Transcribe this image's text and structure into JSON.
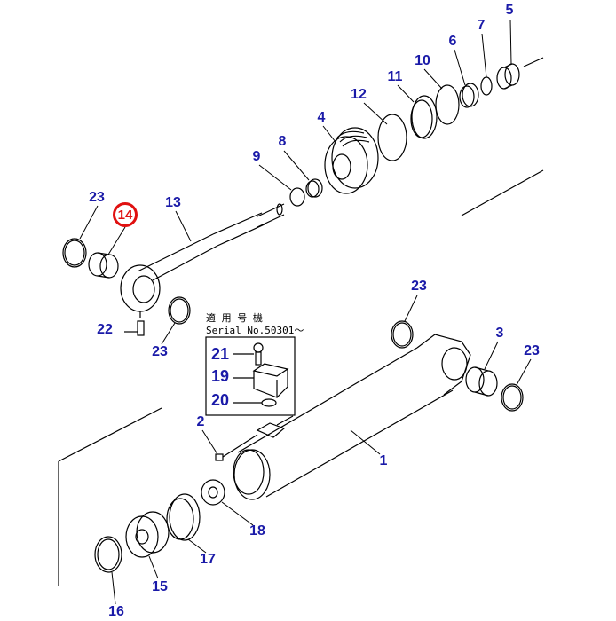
{
  "diagram": {
    "highlighted_part": "14",
    "highlight_color": "#e01010",
    "label_color": "#1a1aa8",
    "callouts": [
      "5",
      "7",
      "6",
      "10",
      "11",
      "12",
      "4",
      "8",
      "9",
      "23",
      "13",
      "23",
      "22",
      "23",
      "3",
      "23",
      "2",
      "1",
      "18",
      "17",
      "15",
      "16"
    ],
    "inset": {
      "header_jp": "適 用 号 機",
      "serial": "Serial No.50301～",
      "callouts": [
        "21",
        "19",
        "20"
      ]
    }
  }
}
